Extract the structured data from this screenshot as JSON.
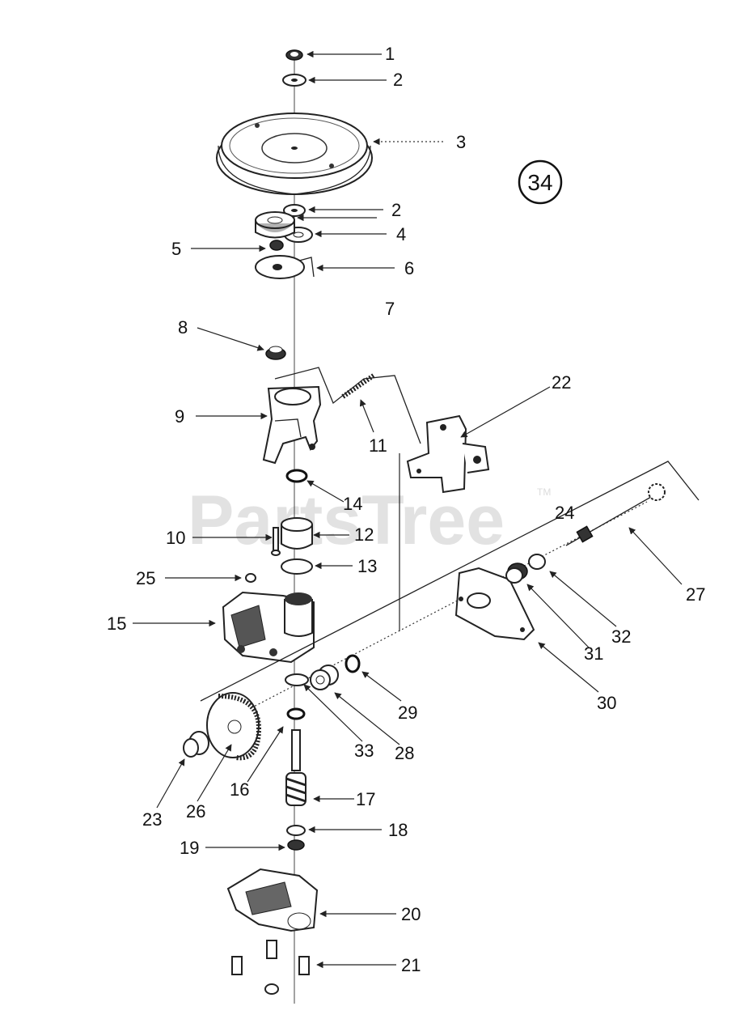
{
  "watermark": {
    "brand": "PartsTree",
    "trademark": "TM"
  },
  "badge": "34",
  "callouts": {
    "c1": "1",
    "c2a": "2",
    "c3": "3",
    "c2b": "2",
    "c4": "4",
    "c5": "5",
    "c6": "6",
    "c7": "7",
    "c8": "8",
    "c9": "9",
    "c10": "10",
    "c11": "11",
    "c12": "12",
    "c13": "13",
    "c14": "14",
    "c15": "15",
    "c16": "16",
    "c17": "17",
    "c18": "18",
    "c19": "19",
    "c20": "20",
    "c21": "21",
    "c22": "22",
    "c23": "23",
    "c24": "24",
    "c25": "25",
    "c26": "26",
    "c27": "27",
    "c28": "28",
    "c29": "29",
    "c30": "30",
    "c31": "31",
    "c32": "32",
    "c33": "33"
  }
}
